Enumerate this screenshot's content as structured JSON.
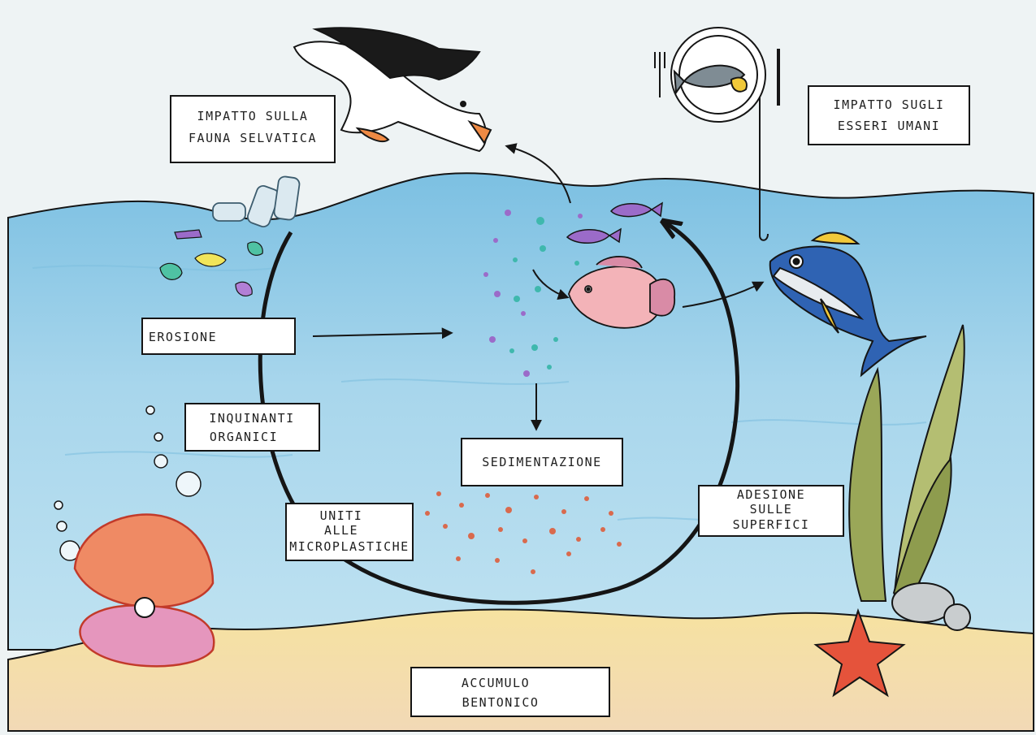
{
  "labels": {
    "fauna": [
      "IMPATTO SULLA",
      "FAUNA SELVATICA"
    ],
    "humans": [
      "IMPATTO SUGLI",
      "ESSERI UMANI"
    ],
    "erosion": [
      "EROSIONE"
    ],
    "pollutants": [
      "INQUINANTI",
      "ORGANICI"
    ],
    "sedimentation": [
      "SEDIMENTAZIONE"
    ],
    "adhesion": [
      "ADESIONE",
      "SULLE",
      "SUPERFICI"
    ],
    "microplastics": [
      "UNITI",
      "ALLE",
      "MICROPLASTICHE"
    ],
    "benthic": [
      "ACCUMULO",
      "BENTONICO"
    ]
  },
  "colors": {
    "sky": "#eef3f4",
    "water_light": "#bfe0ee",
    "water_mid": "#8fcae6",
    "sand": "#f3dfa3",
    "ink": "#151515",
    "microplastic_purple": "#9b6bc9",
    "microplastic_teal": "#3fb8ad",
    "microplastic_red": "#d96a4d",
    "tuna_blue": "#2f63b3",
    "tuna_yellow": "#f1c93a",
    "shell_orange": "#ef8a64",
    "shell_pink": "#e596bd",
    "starfish_red": "#e5533b",
    "seaweed_green": "#9aa758"
  }
}
